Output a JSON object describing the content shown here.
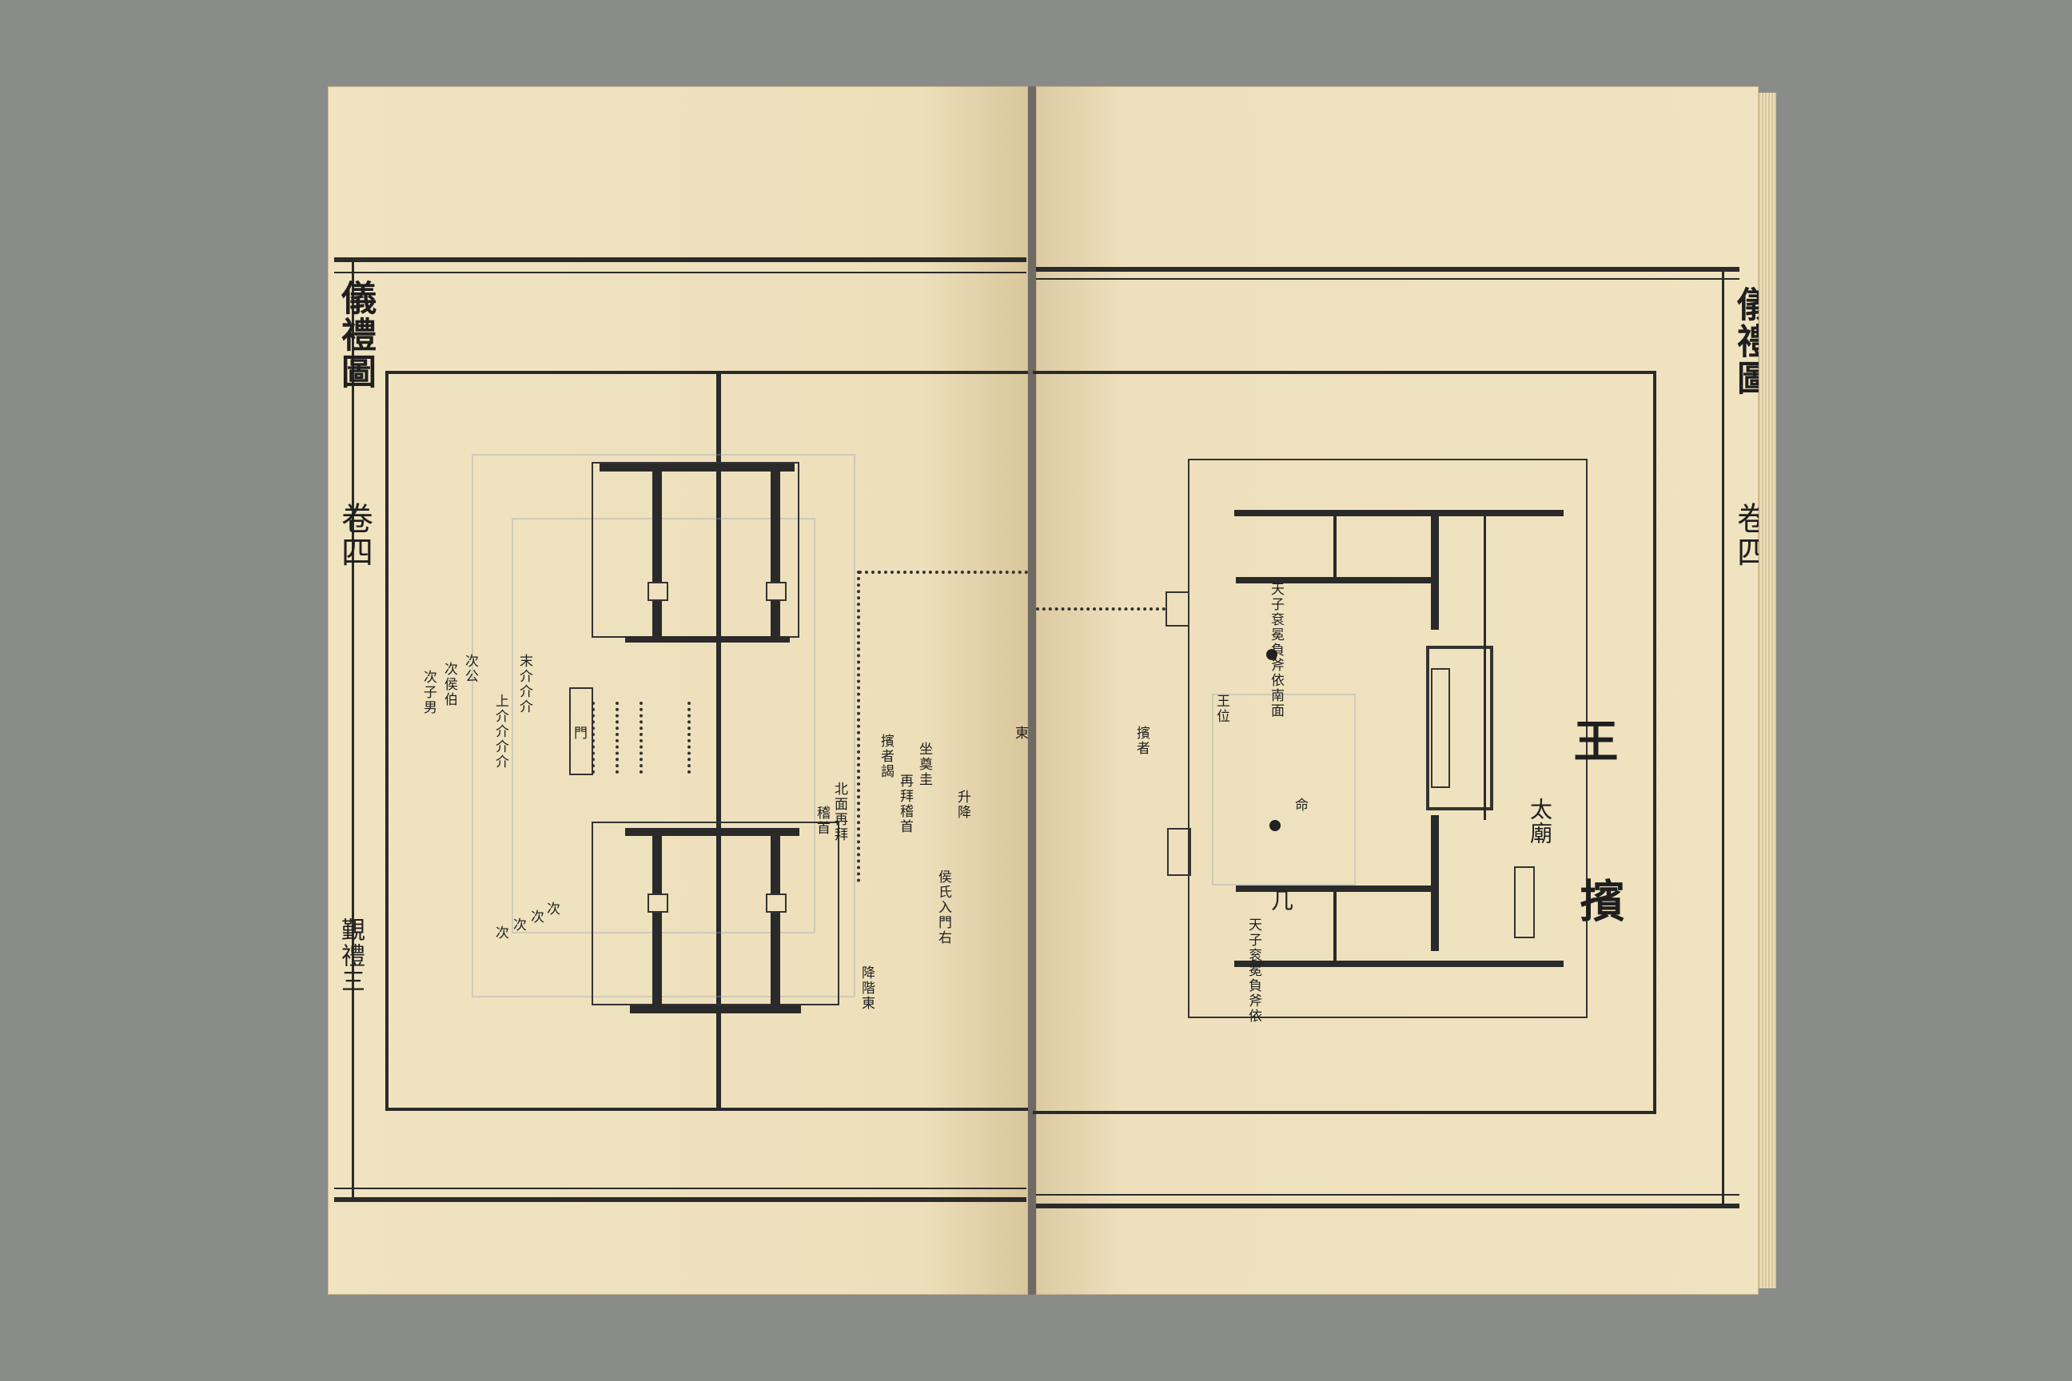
{
  "left_page": {
    "margin_title": "儀禮圖",
    "volume": "卷四",
    "footer": "覲禮三",
    "labels": {
      "gate": "門",
      "arrivals": [
        "次公",
        "次侯伯",
        "次子男"
      ],
      "jie": [
        "上介介介介",
        "末介介介"
      ],
      "east": "東",
      "minor": [
        "次",
        "次",
        "次",
        "次"
      ]
    },
    "text_cols": [
      "升降",
      "侯氏入門右",
      "坐奠圭",
      "再拜稽首",
      "擯者謁",
      "降階東",
      "北面再拜",
      "稽首"
    ]
  },
  "right_page": {
    "margin_title": "儀禮圖",
    "volume": "卷四",
    "heading": "王",
    "side_label": "擯",
    "inner_labels": {
      "dai": "太廟",
      "ji": "几",
      "ji_note": "天子衮冕負斧依",
      "upper_note": "天子袞冕負斧依南面",
      "king_post": "王位",
      "bin_mark": "擯者",
      "lower_inset": "命"
    }
  }
}
